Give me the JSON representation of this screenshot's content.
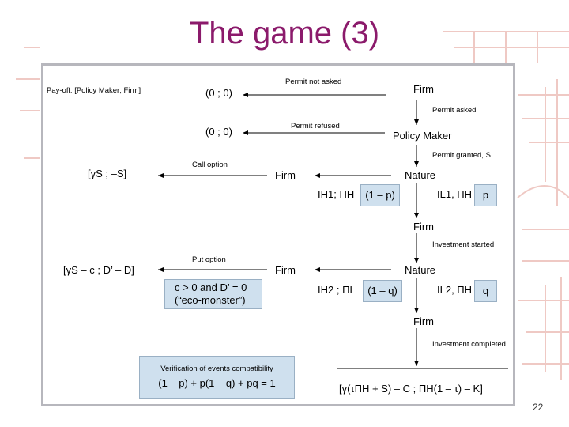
{
  "slide": {
    "title": "The game (3)",
    "page_number": "22"
  },
  "diagram": {
    "payoff_header": "Pay-off: [Policy Maker; Firm]",
    "payoff_not_asked": "(0 ; 0)",
    "label_permit_not_asked": "Permit not asked",
    "node_firm_1": "Firm",
    "label_permit_asked": "Permit asked",
    "payoff_refused": "(0 ; 0)",
    "label_permit_refused": "Permit refused",
    "node_policy_maker": "Policy Maker",
    "label_permit_granted": "Permit granted, S",
    "payoff_call": "[γS ; –S]",
    "label_call_option": "Call option",
    "node_firm_2": "Firm",
    "node_nature_1": "Nature",
    "info_high_1": "IH1; ΠH",
    "prob_high_1": "(1 – p)",
    "info_low_1": "IL1, ΠH",
    "prob_low_1": "p",
    "node_firm_3": "Firm",
    "label_investment_started": "Investment started",
    "payoff_put": "[γS – c ; D’ – D]",
    "label_put_option": "Put option",
    "node_firm_4": "Firm",
    "node_nature_2": "Nature",
    "eco_monster_line1": "c > 0 and D’ = 0",
    "eco_monster_line2": "(“eco-monster”)",
    "info_high_2": "IH2 ; ΠL",
    "prob_high_2": "(1 – q)",
    "info_low_2": "IL2, ΠH",
    "prob_low_2": "q",
    "node_firm_5": "Firm",
    "label_investment_completed": "Investment completed",
    "verification_title": "Verification of events compatibility",
    "verification_formula": "(1 – p) + p(1 – q) + pq = 1",
    "payoff_final": "[γ(τΠH + S) – C ; ΠH(1 – τ) – K]"
  },
  "colors": {
    "title": "#8b1a6b",
    "box_fill": "#cfe0ee",
    "panel_border": "#b7b7bd"
  }
}
